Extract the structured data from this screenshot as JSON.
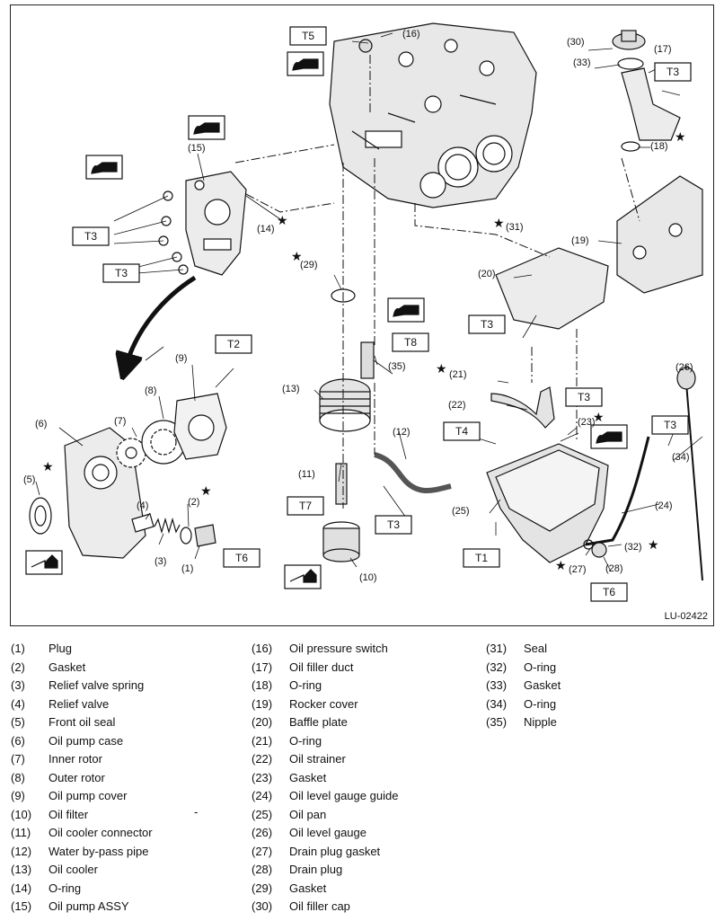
{
  "figure": {
    "code": "LU-02422",
    "stray_mark": "-",
    "callouts": [
      "(1)",
      "(2)",
      "(3)",
      "(4)",
      "(5)",
      "(6)",
      "(7)",
      "(8)",
      "(9)",
      "(10)",
      "(11)",
      "(12)",
      "(13)",
      "(14)",
      "(15)",
      "(16)",
      "(17)",
      "(18)",
      "(19)",
      "(20)",
      "(21)",
      "(22)",
      "(23)",
      "(24)",
      "(25)",
      "(26)",
      "(27)",
      "(28)",
      "(29)",
      "(30)",
      "(31)",
      "(32)",
      "(33)",
      "(34)",
      "(35)"
    ],
    "torque_labels": {
      "T1": "T1",
      "T2": "T2",
      "T3": "T3",
      "T4": "T4",
      "T5": "T5",
      "T6": "T6",
      "T7": "T7",
      "T8": "T8"
    }
  },
  "legend": [
    {
      "num": "(1)",
      "label": "Plug"
    },
    {
      "num": "(2)",
      "label": "Gasket"
    },
    {
      "num": "(3)",
      "label": "Relief valve spring"
    },
    {
      "num": "(4)",
      "label": "Relief valve"
    },
    {
      "num": "(5)",
      "label": "Front oil seal"
    },
    {
      "num": "(6)",
      "label": "Oil pump case"
    },
    {
      "num": "(7)",
      "label": "Inner rotor"
    },
    {
      "num": "(8)",
      "label": "Outer rotor"
    },
    {
      "num": "(9)",
      "label": "Oil pump cover"
    },
    {
      "num": "(10)",
      "label": "Oil filter"
    },
    {
      "num": "(11)",
      "label": "Oil cooler connector"
    },
    {
      "num": "(12)",
      "label": "Water by-pass pipe"
    },
    {
      "num": "(13)",
      "label": "Oil cooler"
    },
    {
      "num": "(14)",
      "label": "O-ring"
    },
    {
      "num": "(15)",
      "label": "Oil pump ASSY"
    },
    {
      "num": "(16)",
      "label": "Oil pressure switch"
    },
    {
      "num": "(17)",
      "label": "Oil filler duct"
    },
    {
      "num": "(18)",
      "label": "O-ring"
    },
    {
      "num": "(19)",
      "label": "Rocker cover"
    },
    {
      "num": "(20)",
      "label": "Baffle plate"
    },
    {
      "num": "(21)",
      "label": "O-ring"
    },
    {
      "num": "(22)",
      "label": "Oil strainer"
    },
    {
      "num": "(23)",
      "label": "Gasket"
    },
    {
      "num": "(24)",
      "label": "Oil level gauge guide"
    },
    {
      "num": "(25)",
      "label": "Oil pan"
    },
    {
      "num": "(26)",
      "label": "Oil level gauge"
    },
    {
      "num": "(27)",
      "label": "Drain plug gasket"
    },
    {
      "num": "(28)",
      "label": "Drain plug"
    },
    {
      "num": "(29)",
      "label": "Gasket"
    },
    {
      "num": "(30)",
      "label": "Oil filler cap"
    },
    {
      "num": "(31)",
      "label": "Seal"
    },
    {
      "num": "(32)",
      "label": "O-ring"
    },
    {
      "num": "(33)",
      "label": "Gasket"
    },
    {
      "num": "(34)",
      "label": "O-ring"
    },
    {
      "num": "(35)",
      "label": "Nipple"
    }
  ]
}
